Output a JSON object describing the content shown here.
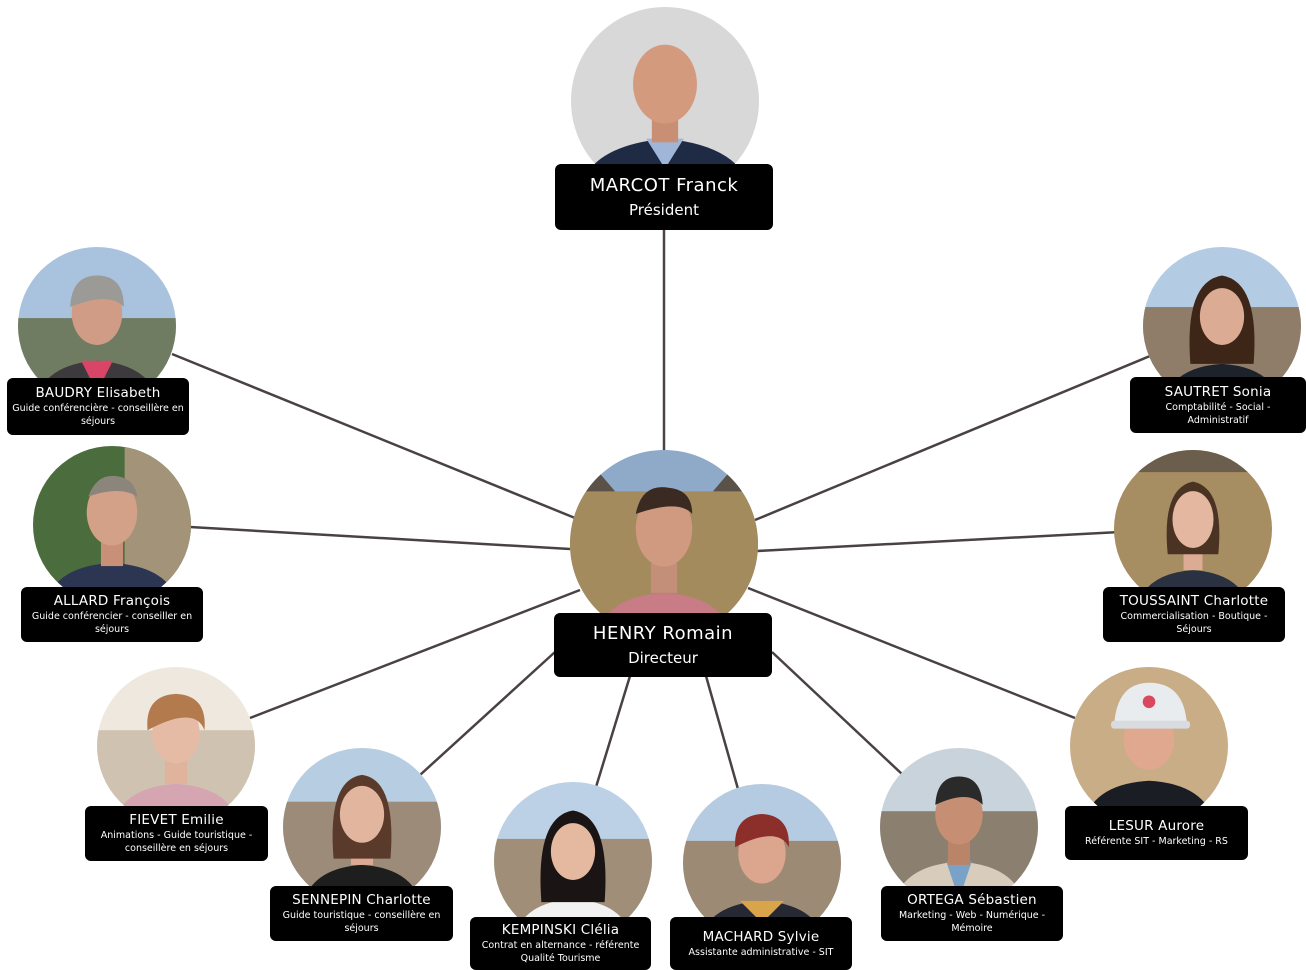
{
  "colors": {
    "background": "#ffffff",
    "card": "#000000",
    "card_text": "#ffffff",
    "connector": "#4a4242"
  },
  "president": {
    "name": "MARCOT Franck",
    "role": "Président"
  },
  "director": {
    "name": "HENRY Romain",
    "role": "Directeur"
  },
  "staff": [
    {
      "name": "BAUDRY Elisabeth",
      "role": "Guide conférencière - conseillère en séjours"
    },
    {
      "name": "ALLARD François",
      "role": "Guide conférencier - conseiller en séjours"
    },
    {
      "name": "FIEVET Emilie",
      "role": "Animations - Guide touristique - conseillère en séjours"
    },
    {
      "name": "SENNEPIN Charlotte",
      "role": "Guide touristique - conseillère en séjours"
    },
    {
      "name": "KEMPINSKI Clélia",
      "role": "Contrat en alternance - référente Qualité Tourisme"
    },
    {
      "name": "MACHARD Sylvie",
      "role": "Assistante administrative - SIT"
    },
    {
      "name": "ORTEGA Sébastien",
      "role": "Marketing - Web - Numérique - Mémoire"
    },
    {
      "name": "LESUR Aurore",
      "role": "Référente SIT - Marketing - RS"
    },
    {
      "name": "TOUSSAINT Charlotte",
      "role": "Commercialisation - Boutique - Séjours"
    },
    {
      "name": "SAUTRET Sonia",
      "role": "Comptabilité - Social - Administratif"
    }
  ]
}
